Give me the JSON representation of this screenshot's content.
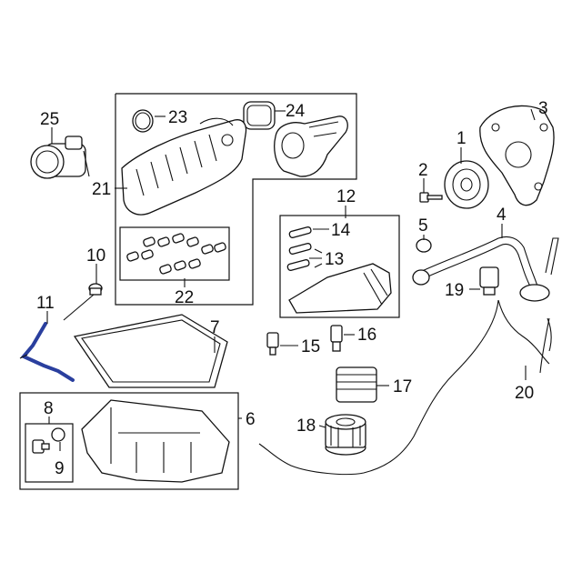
{
  "diagram": {
    "callouts": {
      "c1": "1",
      "c2": "2",
      "c3": "3",
      "c4": "4",
      "c5": "5",
      "c6": "6",
      "c7": "7",
      "c8": "8",
      "c9": "9",
      "c10": "10",
      "c11": "11",
      "c12": "12",
      "c13": "13",
      "c14": "14",
      "c15": "15",
      "c16": "16",
      "c17": "17",
      "c18": "18",
      "c19": "19",
      "c20": "20",
      "c21": "21",
      "c22": "22",
      "c23": "23",
      "c24": "24",
      "c25": "25"
    },
    "highlight_color": "#2a3f9e",
    "line_color": "#111111"
  }
}
